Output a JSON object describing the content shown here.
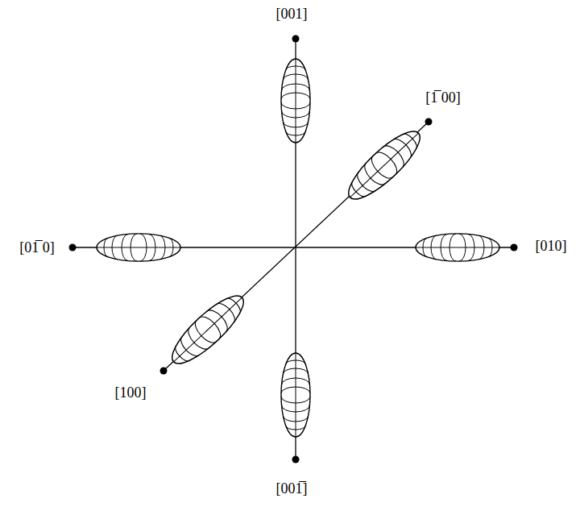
{
  "diagram": {
    "labels": [
      "[001]",
      "[1̅ 00]",
      "[01̅ 0]",
      "[010]",
      "[100]",
      "[001̅]"
    ]
  }
}
